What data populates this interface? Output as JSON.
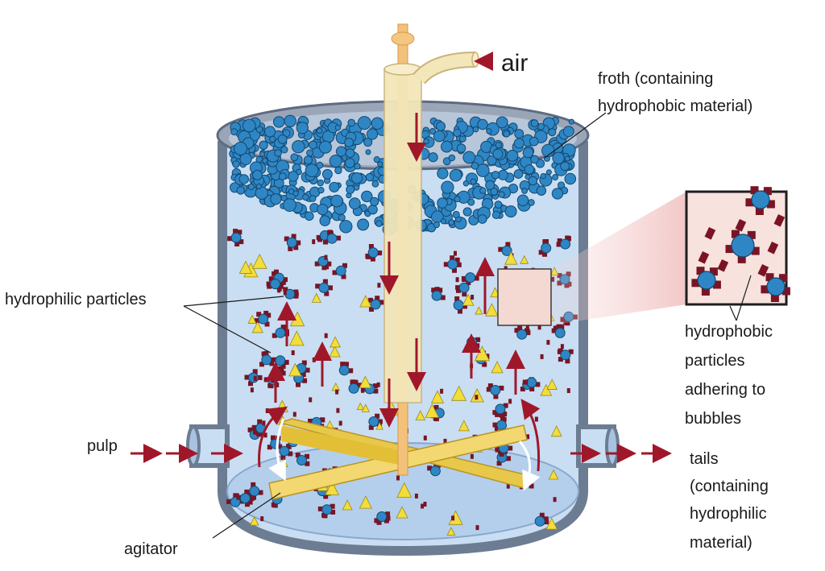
{
  "labels": {
    "air": "air",
    "froth_line1": "froth (containing",
    "froth_line2": "hydrophobic material)",
    "hydrophilic": "hydrophilic particles",
    "hydrophobic_line1": "hydrophobic",
    "hydrophobic_line2": "particles",
    "hydrophobic_line3": "adhering to",
    "hydrophobic_line4": "bubbles",
    "pulp": "pulp",
    "tails_line1": "tails",
    "tails_line2": "(containing",
    "tails_line3": "hydrophilic",
    "tails_line4": "material)",
    "agitator": "agitator"
  },
  "colors": {
    "liquid": "#c9def2",
    "tank_wall": "#6c7c92",
    "bubble": "#2f86c4",
    "particle_dark": "#7a1424",
    "triangle": "#f2dd3a",
    "shaft": "#f3e6b8",
    "arrow": "#a0172a",
    "blade": "#e8c84a"
  }
}
